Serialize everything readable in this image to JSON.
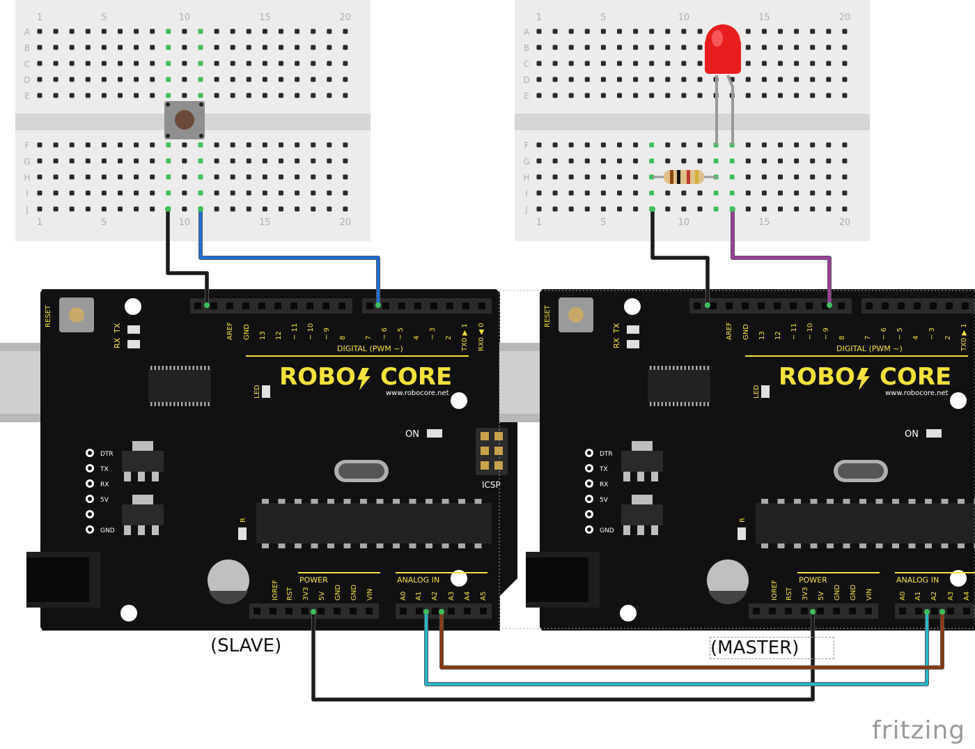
{
  "captions": {
    "slave": "(SLAVE)",
    "master": "(MASTER)"
  },
  "logo": "fritzing",
  "breadboard": {
    "rows_top": [
      "A",
      "B",
      "C",
      "D",
      "E"
    ],
    "rows_bottom": [
      "F",
      "G",
      "H",
      "I",
      "J"
    ],
    "col_numbers": [
      "1",
      "5",
      "10",
      "15",
      "20"
    ]
  },
  "arduino": {
    "brand": "ROBO",
    "brand2": "CORE",
    "url": "www.robocore.net",
    "reset": "RESET",
    "tx": "TX",
    "rx": "RX",
    "led": "LED",
    "on": "ON",
    "icsp": "ICSP",
    "r": "R",
    "digital_label": "DIGITAL (PWM ~)",
    "power_label": "POWER",
    "analog_label": "ANALOG IN",
    "digital_pins": [
      "AREF",
      "GND",
      "13",
      "12",
      "~ 11",
      "~ 10",
      "~ 9",
      "8",
      "7",
      "~ 6",
      "~ 5",
      "4",
      "~ 3",
      "2",
      "TX0 ▶ 1",
      "RX0 ◀ 0"
    ],
    "power_pins": [
      "IOREF",
      "RST",
      "3V3",
      "5V",
      "GND",
      "GND",
      "VIN"
    ],
    "analog_pins": [
      "A0",
      "A1",
      "A2",
      "A3",
      "A4",
      "A5"
    ],
    "side_pins": [
      "DTR",
      "TX",
      "RX",
      "5V",
      "",
      "GND"
    ]
  },
  "colors": {
    "board": "#111111",
    "accent": "#f5e23c",
    "wire_black": "#1a1a1a",
    "wire_blue": "#1f6fd6",
    "wire_purple": "#9b3e9b",
    "wire_brown": "#8b3a12",
    "wire_cyan": "#27b5c9",
    "wire_green": "#3fbf5a",
    "breadboard": "#ececec",
    "led_red": "#e81d1d"
  }
}
